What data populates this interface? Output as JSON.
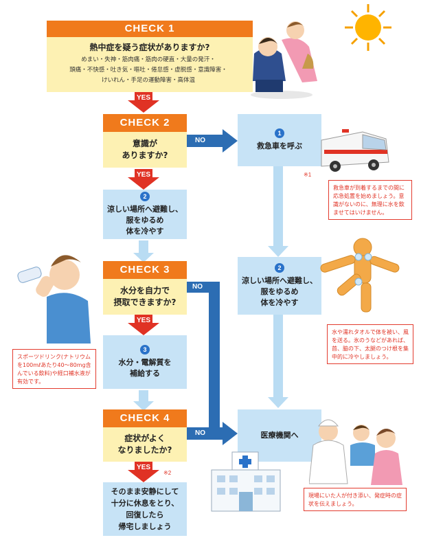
{
  "check1": {
    "title": "CHECK 1",
    "question": "熱中症を疑う症状がありますか?",
    "symptoms": "めまい・失神・筋肉痛・筋肉の硬直・大量の発汗・\n頭痛・不快感・吐き気・嘔吐・倦怠感・虚脱感・意識障害・\nけいれん・手足の運動障害・高体温"
  },
  "check2": {
    "title": "CHECK 2",
    "question": "意識が\nありますか?"
  },
  "check3": {
    "title": "CHECK 3",
    "question": "水分を自力で\n摂取できますか?"
  },
  "check4": {
    "title": "CHECK 4",
    "question": "症状がよく\nなりましたか?"
  },
  "labels": {
    "yes": "YES",
    "no": "NO"
  },
  "left_steps": {
    "cool": "涼しい場所へ避難し、\n服をゆるめ\n体を冷やす",
    "rehydrate_num": "3",
    "rehydrate": "水分・電解質を\n補給する",
    "rest": "そのまま安静にして\n十分に休息をとり、\n回復したら\n帰宅しましょう"
  },
  "right_steps": {
    "ambulance_num": "1",
    "ambulance": "救急車を呼ぶ",
    "cool_num": "2",
    "cool": "涼しい場所へ避難し、\n服をゆるめ\n体を冷やす",
    "hospital": "医療機関へ"
  },
  "left_steps_num": "2",
  "marks": {
    "note1": "※1",
    "note2": "※2"
  },
  "notes": {
    "ambulance": "救急車が到着するまでの間に応急処置を始めましょう。意識がないのに、無理に水を飲ませてはいけません。",
    "cooling": "水や濡れタオルで体を被い、風を送る。氷のうなどがあれば、首、脇の下、太腿のつけ根を集中的に冷やしましょう。",
    "drink": "スポーツドリンク(ナトリウムを100mℓあたり40～80mg含んでいる飲料)や経口補水液が有効です。",
    "hospital": "現場にいた人が付き添い、発症時の症状を伝えましょう。"
  },
  "colors": {
    "orange": "#f07a1c",
    "yellow": "#fdf1b3",
    "blue": "#2c6db3",
    "light_blue": "#c7e3f6",
    "red": "#e03224"
  }
}
